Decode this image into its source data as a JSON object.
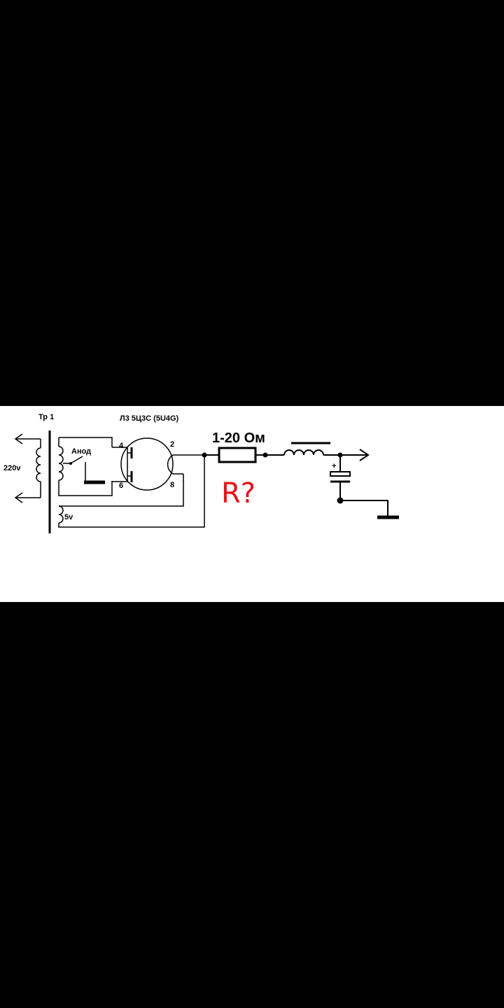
{
  "diagram": {
    "transformer_label": "Тр 1",
    "tube_label": "Л3 5Ц3С (5U4G)",
    "input_voltage_label": "220v",
    "anode_label": "Анод",
    "filament_label": "5v",
    "pin_4": "4",
    "pin_6": "6",
    "pin_2": "2",
    "pin_8": "8",
    "resistor_value_label": "1-20 Ом",
    "resistor_handwritten": "R?",
    "capacitor_plus": "+"
  },
  "colors": {
    "background": "#000000",
    "panel": "#ffffff",
    "ink": "#000000",
    "annotation": "#e8101a"
  }
}
